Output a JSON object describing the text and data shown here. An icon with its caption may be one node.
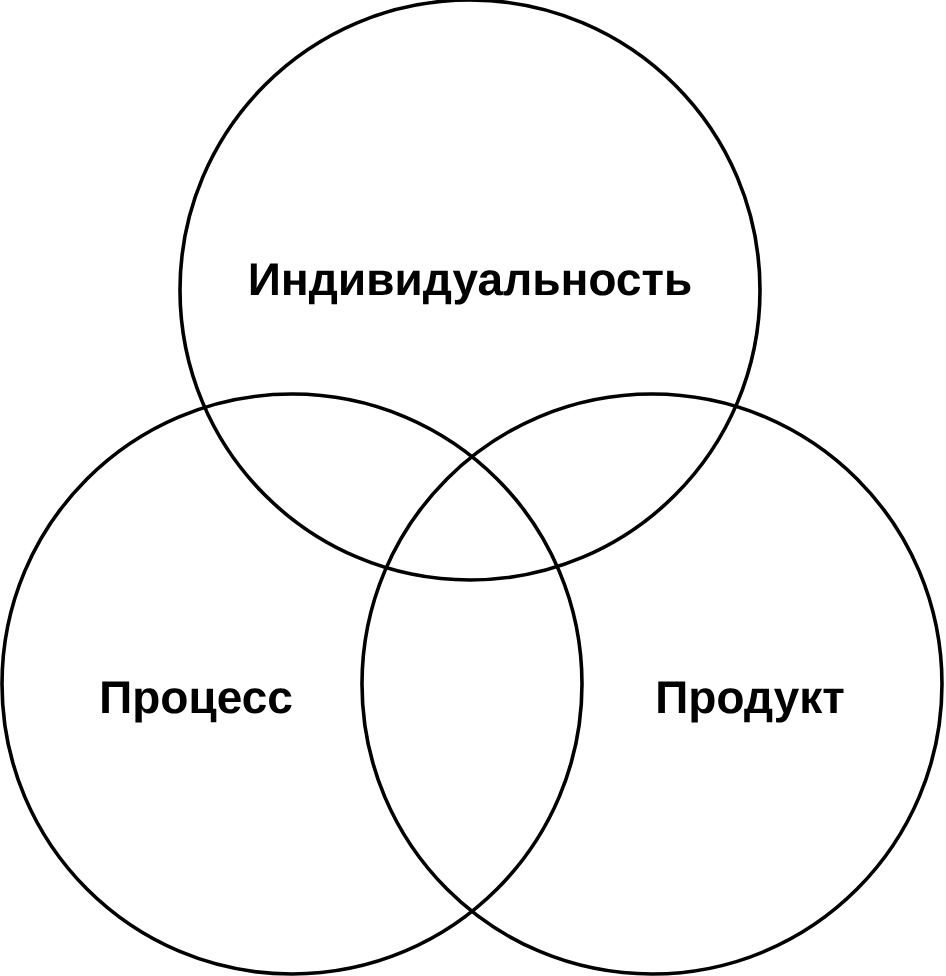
{
  "diagram": {
    "nodes": [
      {
        "text": [
          "Индивидуальность"
        ]
      },
      {
        "text": [
          "Процесс"
        ]
      },
      {
        "text": [
          "Продукт"
        ]
      }
    ]
  }
}
